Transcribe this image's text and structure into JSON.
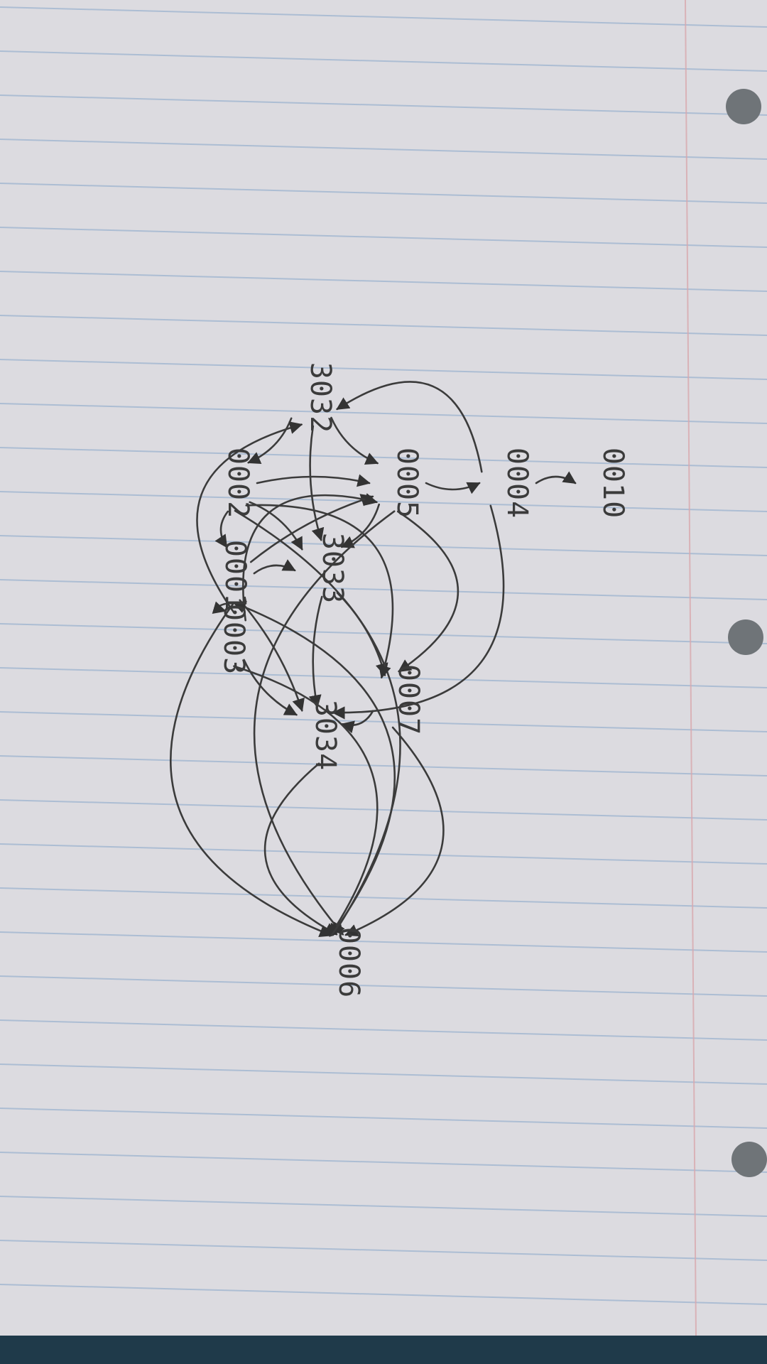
{
  "diagram": {
    "nodes": [
      {
        "id": "n3032",
        "label": "3032"
      },
      {
        "id": "n0005",
        "label": "0005"
      },
      {
        "id": "n0004",
        "label": "0004"
      },
      {
        "id": "n0010",
        "label": "0010"
      },
      {
        "id": "n0002",
        "label": "0002"
      },
      {
        "id": "n3033",
        "label": "3033"
      },
      {
        "id": "n0001",
        "label": "0001"
      },
      {
        "id": "n0007",
        "label": "0007"
      },
      {
        "id": "n0003",
        "label": "0003"
      },
      {
        "id": "n3034",
        "label": "3034"
      },
      {
        "id": "n0006",
        "label": "0006"
      }
    ],
    "edges": [
      {
        "from": "n0005",
        "to": "n0004"
      },
      {
        "from": "n0004",
        "to": "n0010"
      },
      {
        "from": "n3032",
        "to": "n0005"
      },
      {
        "from": "n3032",
        "to": "n0002"
      },
      {
        "from": "n3032",
        "to": "n3033"
      },
      {
        "from": "n0005",
        "to": "n3033"
      },
      {
        "from": "n0005",
        "to": "n0007"
      },
      {
        "from": "n0002",
        "to": "n3033"
      },
      {
        "from": "n0002",
        "to": "n0001"
      },
      {
        "from": "n0001",
        "to": "n3033"
      },
      {
        "from": "n0001",
        "to": "n0003"
      },
      {
        "from": "n3033",
        "to": "n0007"
      },
      {
        "from": "n3033",
        "to": "n3034"
      },
      {
        "from": "n0007",
        "to": "n3034"
      },
      {
        "from": "n0003",
        "to": "n3034"
      },
      {
        "from": "n3034",
        "to": "n0006"
      },
      {
        "from": "n0007",
        "to": "n0006"
      },
      {
        "from": "n0005",
        "to": "n0006"
      },
      {
        "from": "n0002",
        "to": "n0006"
      },
      {
        "from": "n0001",
        "to": "n0006"
      },
      {
        "from": "n0003",
        "to": "n0006"
      },
      {
        "from": "n0004",
        "to": "n3032"
      },
      {
        "from": "n0004",
        "to": "n3034"
      },
      {
        "from": "n0001",
        "to": "n0005"
      },
      {
        "from": "n0003",
        "to": "n0005"
      },
      {
        "from": "n0002",
        "to": "n0005"
      },
      {
        "from": "n0003",
        "to": "n3032"
      },
      {
        "from": "n0001",
        "to": "n3034"
      },
      {
        "from": "n0002",
        "to": "n0007"
      },
      {
        "from": "n0006",
        "to": "n0001"
      }
    ]
  }
}
